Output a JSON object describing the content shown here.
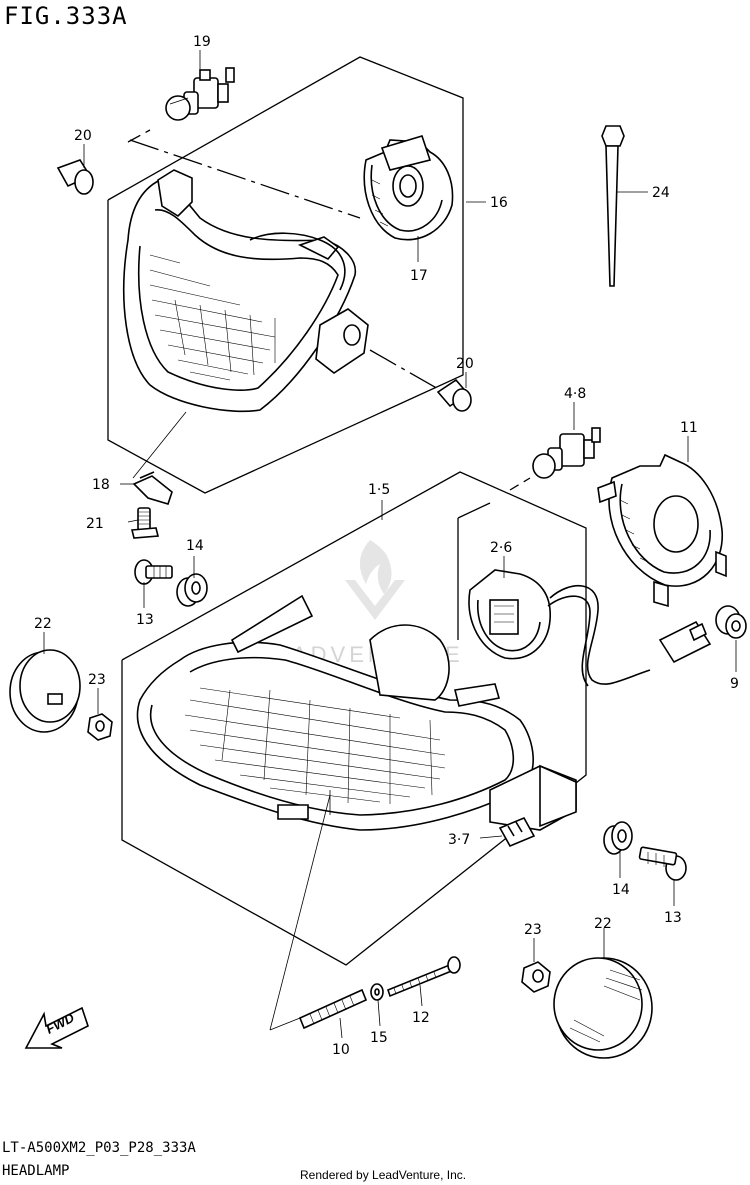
{
  "figure": {
    "title": "FIG.333A",
    "model_code": "LT-A500XM2_P03_P28_333A",
    "section_name": "HEADLAMP",
    "rendered_by": "Rendered by LeadVenture, Inc.",
    "watermark": "ADVENTURE",
    "fwd_label": "FWD"
  },
  "callouts": {
    "c19": "19",
    "c20a": "20",
    "c20b": "20",
    "c16": "16",
    "c17": "17",
    "c24": "24",
    "c18": "18",
    "c21": "21",
    "c14a": "14",
    "c13a": "13",
    "c22a": "22",
    "c23a": "23",
    "c15_top": "1·5",
    "c48": "4·8",
    "c11": "11",
    "c26": "2·6",
    "c9": "9",
    "c37": "3·7",
    "c14b": "14",
    "c13b": "13",
    "c23b": "23",
    "c22b": "22",
    "c12": "12",
    "c15": "15",
    "c10": "10"
  }
}
